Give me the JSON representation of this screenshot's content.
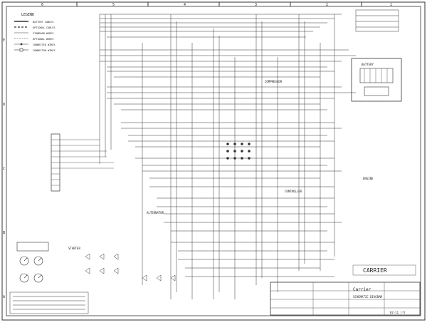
{
  "diagram": {
    "grid_columns": [
      "6",
      "5",
      "4",
      "3",
      "2",
      "1"
    ],
    "grid_rows": [
      "E",
      "D",
      "C",
      "B",
      "A"
    ],
    "legend": {
      "title": "LEGEND",
      "items": [
        "BATTERY CABLES",
        "OPTIONAL CABLES",
        "STANDARD WIRES",
        "OPTIONAL WIRES",
        "CONNECTED WIRES",
        "CONNECTOR WIRES"
      ]
    },
    "brand": "CARRIER",
    "title_block": {
      "company": "Carrier",
      "title": "SCHEMATIC DIAGRAM",
      "drawing_number": "62-11 (?)"
    },
    "components": [
      "BATTERY",
      "ALTERNATOR",
      "COMPRESSOR",
      "STARTER",
      "CONTROLLER",
      "ENGINE"
    ]
  }
}
